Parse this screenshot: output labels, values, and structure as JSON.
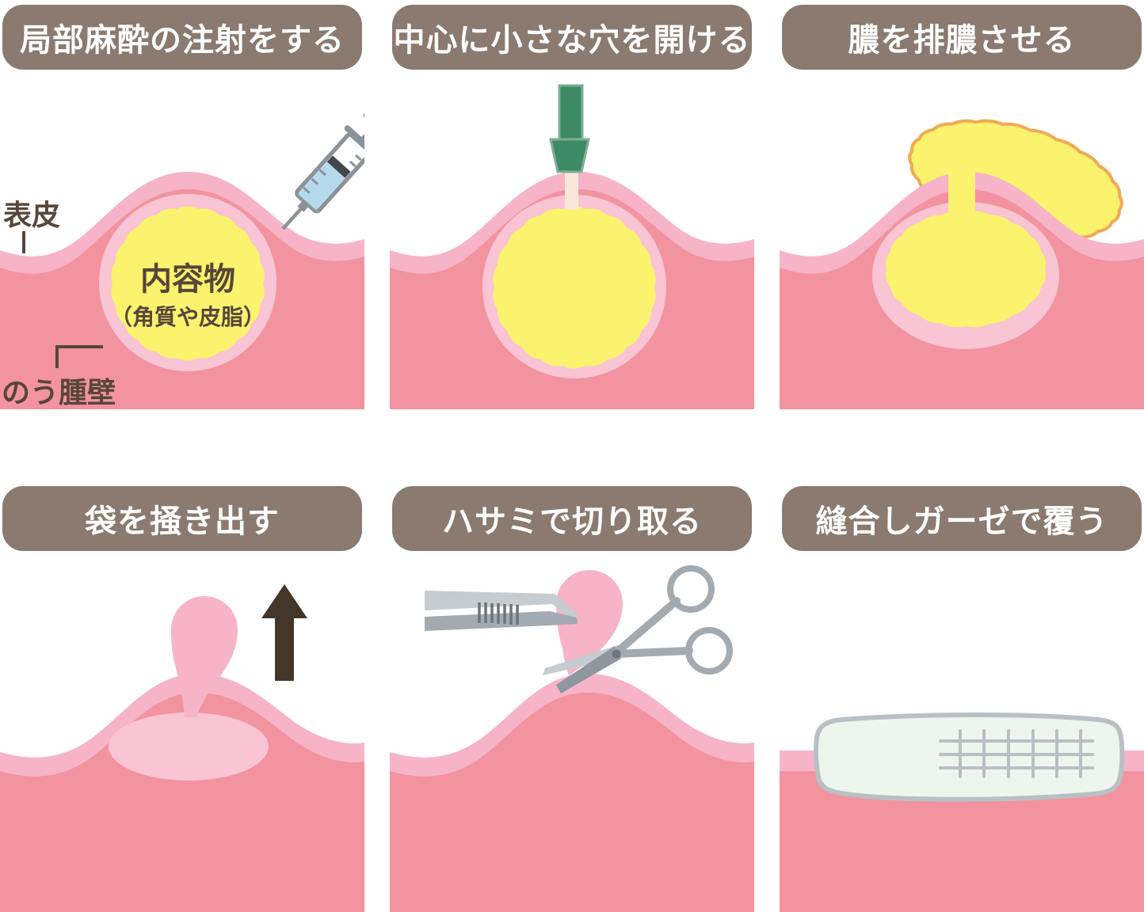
{
  "figure": {
    "background": "#ffffff",
    "description_visible_text_only": true
  },
  "colors": {
    "header_bg": "#8b7a70",
    "header_text": "#ffffff",
    "dermis": "#f3939f",
    "epidermis": "#f7b4c8",
    "cyst_wall": "#f9c4d3",
    "contents_yellow": "#fbf26e",
    "pus_outline": "#f2a952",
    "label_text": "#57463a",
    "arrow_brown": "#45362a",
    "tool_green": "#3e8a66",
    "tool_green_edge": "#7fae94",
    "punch_shaft": "#fbe7da",
    "syringe_gray": "#8b9399",
    "syringe_dark": "#43484d",
    "syringe_blue": "#b5d9ec",
    "steel_light": "#c6ccd0",
    "steel_mid": "#a3abb1",
    "steel_dark": "#8f979e",
    "steel_ridge": "#6d747b",
    "gauze_fill": "#eef5ee",
    "gauze_line": "#b9c0c4",
    "white": "#ffffff"
  },
  "panels": [
    {
      "title": "局部麻酔の注射をする",
      "labels": {
        "epidermis": "表皮",
        "contents": "内容物",
        "contents_sub": "（角質や皮脂）",
        "cyst_wall": "のう腫壁"
      },
      "icon": "syringe"
    },
    {
      "title": "中心に小さな穴を開ける",
      "icon": "trephine-punch"
    },
    {
      "title": "膿を排膿させる",
      "icon": "pus-drainage"
    },
    {
      "title": "袋を掻き出す",
      "icon": "arrow-up"
    },
    {
      "title": "ハサミで切り取る",
      "icon": "tweezers-and-scissors"
    },
    {
      "title": "縫合しガーゼで覆う",
      "icon": "gauze-pad"
    }
  ]
}
